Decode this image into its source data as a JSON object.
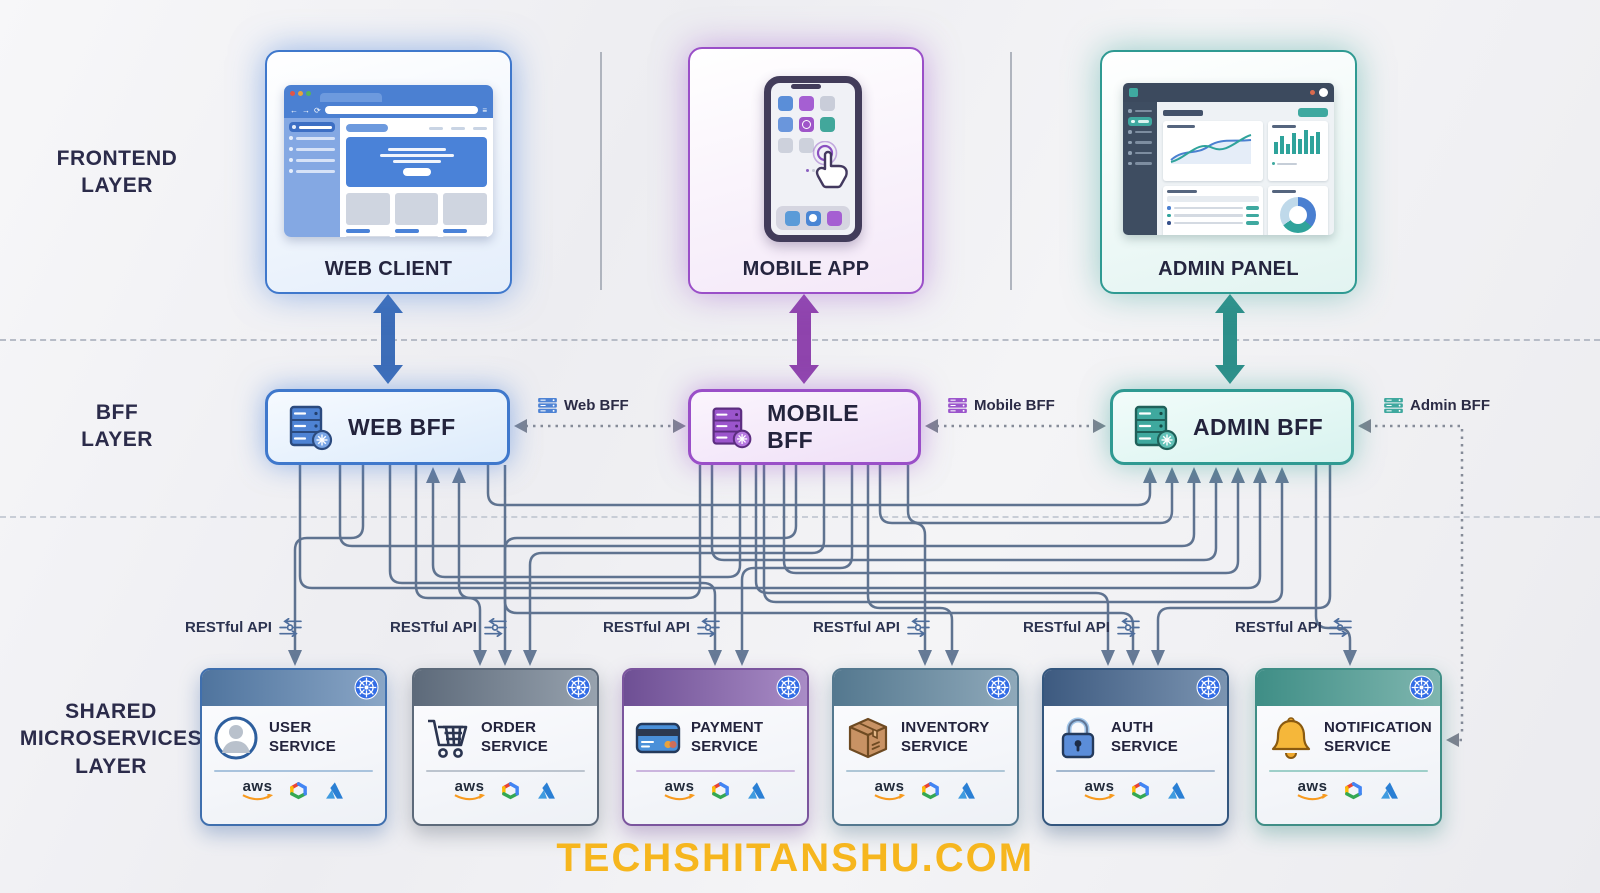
{
  "watermark": "TECHSHITANSHU.COM",
  "layers": {
    "frontend": "FRONTEND\nLAYER",
    "bff": "BFF\nLAYER",
    "microservices": "SHARED\nMICROSERVICES\nLAYER"
  },
  "frontend_cards": [
    {
      "label": "WEB CLIENT",
      "accent": "#3f78cc"
    },
    {
      "label": "MOBILE APP",
      "accent": "#9a4fc8"
    },
    {
      "label": "ADMIN PANEL",
      "accent": "#2f9a92"
    }
  ],
  "bff_boxes": [
    {
      "label": "WEB BFF",
      "accent": "#3f78cc"
    },
    {
      "label": "MOBILE BFF",
      "accent": "#9a4fc8"
    },
    {
      "label": "ADMIN BFF",
      "accent": "#2f9a92"
    }
  ],
  "bff_links": [
    {
      "label": "Web BFF"
    },
    {
      "label": "Mobile BFF"
    },
    {
      "label": "Admin BFF"
    }
  ],
  "api_label": "RESTful API",
  "services": [
    {
      "name": "USER\nSERVICE",
      "header_color": "#4f749e",
      "icon": "user"
    },
    {
      "name": "ORDER\nSERVICE",
      "header_color": "#5d6a7a",
      "icon": "shopping-cart"
    },
    {
      "name": "PAYMENT\nSERVICE",
      "header_color": "#6e4f94",
      "icon": "credit-card"
    },
    {
      "name": "INVENTORY\nSERVICE",
      "header_color": "#54788f",
      "icon": "box"
    },
    {
      "name": "AUTH\nSERVICE",
      "header_color": "#3d5a80",
      "icon": "lock"
    },
    {
      "name": "NOTIFICATION\nSERVICE",
      "header_color": "#3f8e86",
      "icon": "bell"
    }
  ],
  "cloud_providers": {
    "aws": "aws",
    "gcp": "google-cloud",
    "azure": "azure"
  },
  "colors": {
    "connector": "#5f7390",
    "dotted": "#858b98",
    "watermark": "#f6b61e",
    "label_text": "#2b2b4a",
    "kubernetes_badge": "#326CE5"
  }
}
